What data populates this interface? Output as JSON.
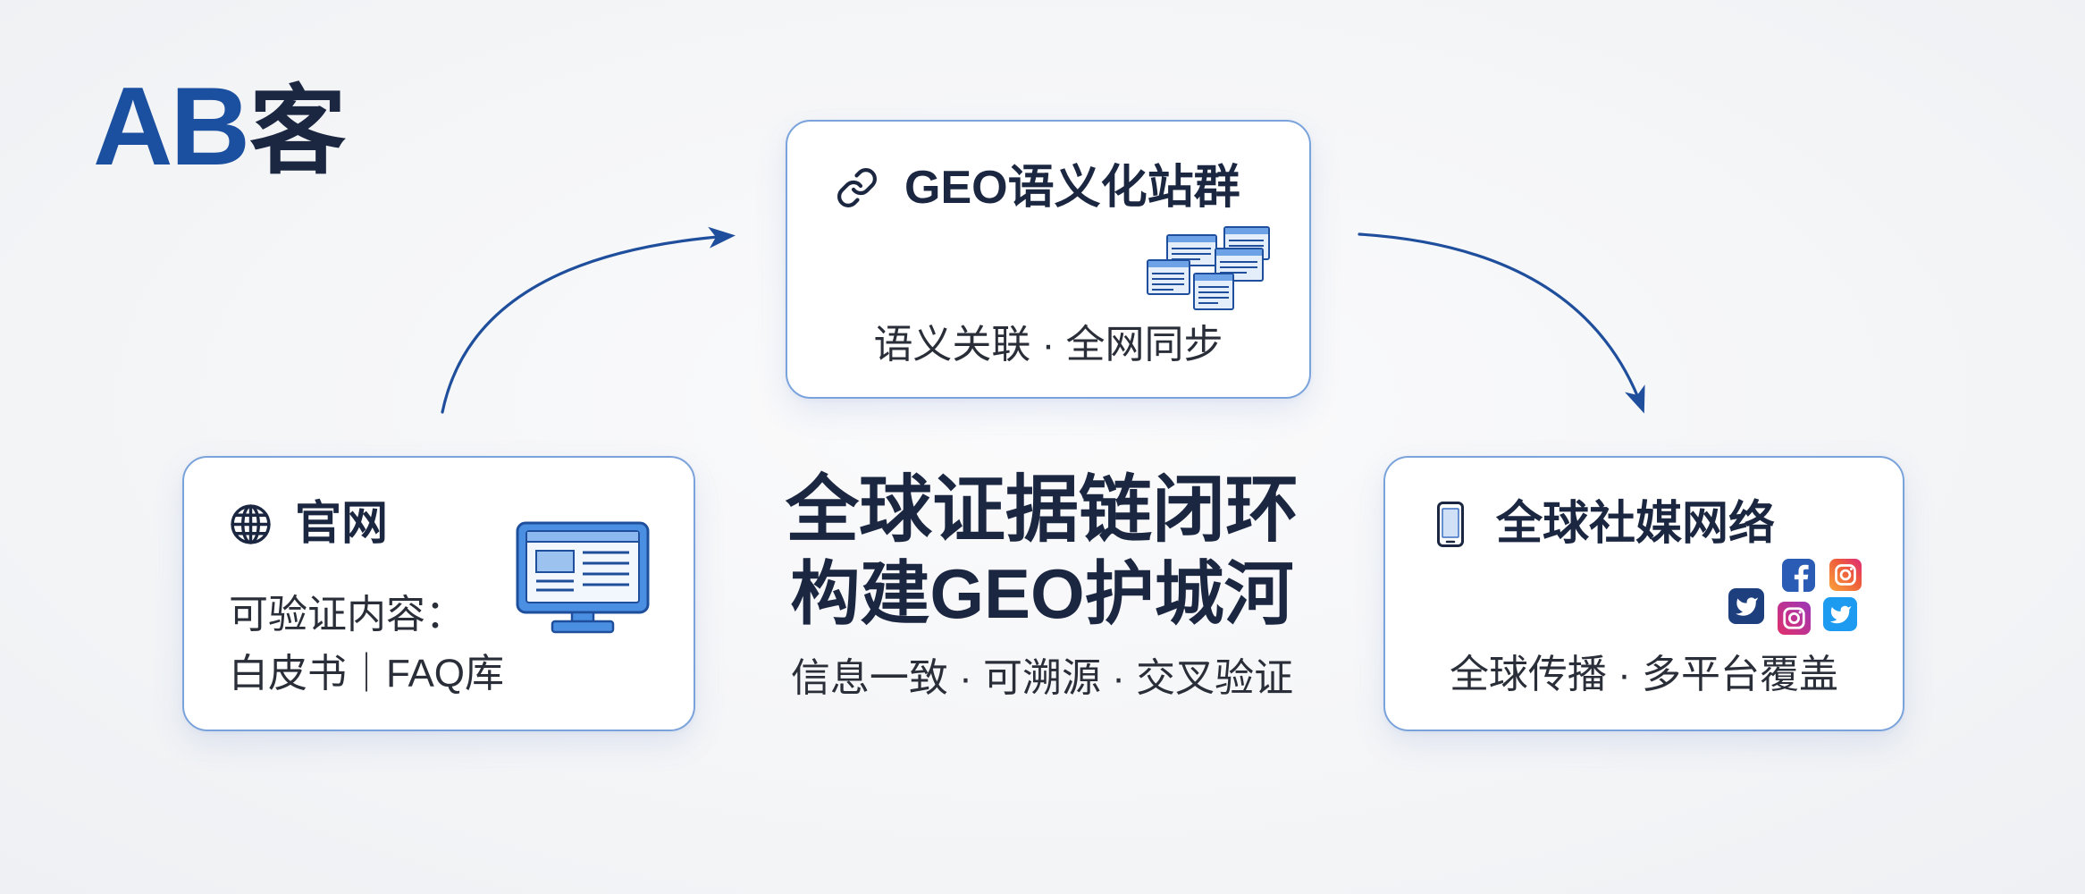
{
  "logo": {
    "brand_latin": "AB",
    "brand_cjk": "客"
  },
  "nodes": {
    "top": {
      "icon": "link-icon",
      "title": "GEO语义化站群",
      "illustration": "website-pages-icon",
      "subtitle": "语义关联 · 全网同步"
    },
    "left": {
      "icon": "globe-icon",
      "title": "官网",
      "illustration": "monitor-icon",
      "lines": [
        "可验证内容：",
        "白皮书｜FAQ库"
      ]
    },
    "right": {
      "icon": "phone-icon",
      "title": "全球社媒网络",
      "illustration": [
        "facebook-icon",
        "instagram-icon",
        "twitter-icon",
        "instagram-icon",
        "twitter-icon"
      ],
      "subtitle": "全球传播 · 多平台覆盖"
    }
  },
  "center": {
    "headline": "全球证据链闭环",
    "subheadline": "构建GEO护城河",
    "tagline": "信息一致 · 可溯源 · 交叉验证"
  },
  "colors": {
    "accent": "#1b4f9f",
    "ink": "#1b2640",
    "body_text": "#2a2e38",
    "border": "#7aa3dc",
    "background": "#f4f5f7",
    "arrow": "#1f4f9c"
  }
}
